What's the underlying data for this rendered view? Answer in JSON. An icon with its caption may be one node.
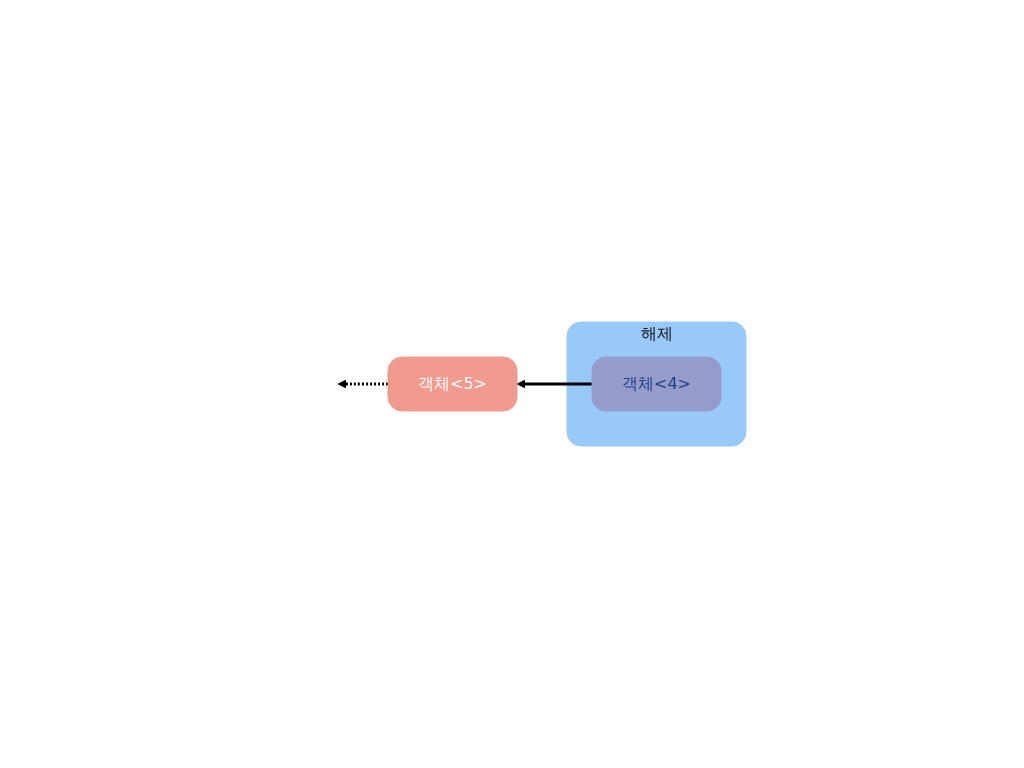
{
  "diagram": {
    "nodes": [
      {
        "text": [
          "해제"
        ]
      },
      {
        "text": [
          "객체<4>"
        ],
        "in": 0
      },
      {
        "text": [
          "객체<5>"
        ]
      }
    ],
    "edges": [
      {
        "from": 1,
        "to": 2,
        "arrow": "to"
      },
      {
        "from": 2,
        "to": null,
        "arrow": "to",
        "style": "dashed"
      }
    ]
  }
}
